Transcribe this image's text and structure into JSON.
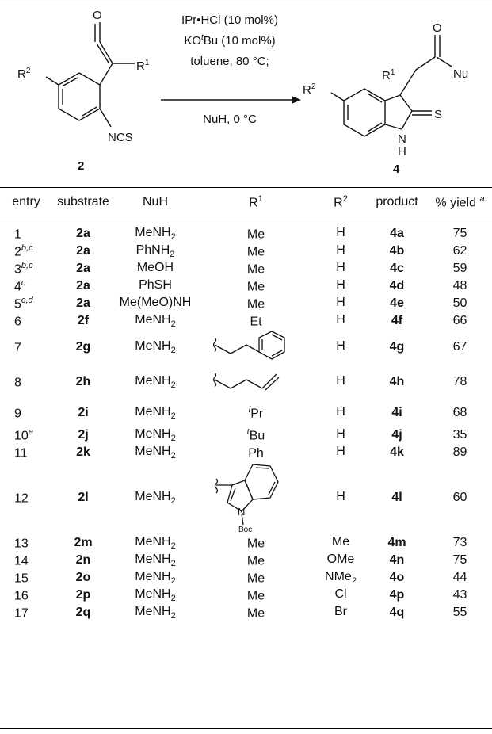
{
  "scheme": {
    "reagent_1_pre": "IPr•HCl (10 mol%)",
    "reagent_2_a": "KO",
    "reagent_2_sup": "t",
    "reagent_2_b": "Bu (10 mol%)",
    "reagent_3": "toluene, 80 °C;",
    "reagent_4": "NuH, 0 °C",
    "sm_label": "2",
    "product_label": "4",
    "atom_O": "O",
    "atom_R1": "R",
    "atom_R1_sup": "1",
    "atom_R2": "R",
    "atom_R2_sup": "2",
    "atom_NCS": "NCS",
    "atom_Nu": "Nu",
    "atom_S": "S",
    "atom_N": "N",
    "atom_H": "H"
  },
  "headers": {
    "entry": "entry",
    "substrate": "substrate",
    "nuh": "NuH",
    "r1": "R",
    "r1_sup": "1",
    "r2": "R",
    "r2_sup": "2",
    "product": "product",
    "yield": "% yield",
    "yield_sup": "a"
  },
  "rows": [
    {
      "entry": "1",
      "sup": "",
      "substrate": "2a",
      "nuh": "MeNH",
      "nuh_sub": "2",
      "r1": "Me",
      "r1_pre": "",
      "r2": "H",
      "r2_sub": "",
      "product": "4a",
      "yield": "75"
    },
    {
      "entry": "2",
      "sup": "b,c",
      "substrate": "2a",
      "nuh": "PhNH",
      "nuh_sub": "2",
      "r1": "Me",
      "r1_pre": "",
      "r2": "H",
      "r2_sub": "",
      "product": "4b",
      "yield": "62"
    },
    {
      "entry": "3",
      "sup": "b,c",
      "substrate": "2a",
      "nuh": "MeOH",
      "nuh_sub": "",
      "r1": "Me",
      "r1_pre": "",
      "r2": "H",
      "r2_sub": "",
      "product": "4c",
      "yield": "59"
    },
    {
      "entry": "4",
      "sup": "c",
      "substrate": "2a",
      "nuh": "PhSH",
      "nuh_sub": "",
      "r1": "Me",
      "r1_pre": "",
      "r2": "H",
      "r2_sub": "",
      "product": "4d",
      "yield": "48"
    },
    {
      "entry": "5",
      "sup": "c,d",
      "substrate": "2a",
      "nuh": "Me(MeO)NH",
      "nuh_sub": "",
      "r1": "Me",
      "r1_pre": "",
      "r2": "H",
      "r2_sub": "",
      "product": "4e",
      "yield": "50"
    },
    {
      "entry": "6",
      "sup": "",
      "substrate": "2f",
      "nuh": "MeNH",
      "nuh_sub": "2",
      "r1": "Et",
      "r1_pre": "",
      "r2": "H",
      "r2_sub": "",
      "product": "4f",
      "yield": "66"
    },
    {
      "entry": "7",
      "sup": "",
      "substrate": "2g",
      "nuh": "MeNH",
      "nuh_sub": "2",
      "r1": "",
      "r1_pre": "",
      "r2": "H",
      "r2_sub": "",
      "product": "4g",
      "yield": "67"
    },
    {
      "entry": "8",
      "sup": "",
      "substrate": "2h",
      "nuh": "MeNH",
      "nuh_sub": "2",
      "r1": "",
      "r1_pre": "",
      "r2": "H",
      "r2_sub": "",
      "product": "4h",
      "yield": "78"
    },
    {
      "entry": "9",
      "sup": "",
      "substrate": "2i",
      "nuh": "MeNH",
      "nuh_sub": "2",
      "r1": "Pr",
      "r1_pre": "i",
      "r2": "H",
      "r2_sub": "",
      "product": "4i",
      "yield": "68"
    },
    {
      "entry": "10",
      "sup": "e",
      "substrate": "2j",
      "nuh": "MeNH",
      "nuh_sub": "2",
      "r1": "Bu",
      "r1_pre": "t",
      "r2": "H",
      "r2_sub": "",
      "product": "4j",
      "yield": "35"
    },
    {
      "entry": "11",
      "sup": "",
      "substrate": "2k",
      "nuh": "MeNH",
      "nuh_sub": "2",
      "r1": "Ph",
      "r1_pre": "",
      "r2": "H",
      "r2_sub": "",
      "product": "4k",
      "yield": "89"
    },
    {
      "entry": "12",
      "sup": "",
      "substrate": "2l",
      "nuh": "MeNH",
      "nuh_sub": "2",
      "r1": "",
      "r1_pre": "",
      "r2": "H",
      "r2_sub": "",
      "product": "4l",
      "yield": "60"
    },
    {
      "entry": "13",
      "sup": "",
      "substrate": "2m",
      "nuh": "MeNH",
      "nuh_sub": "2",
      "r1": "Me",
      "r1_pre": "",
      "r2": "Me",
      "r2_sub": "",
      "product": "4m",
      "yield": "73"
    },
    {
      "entry": "14",
      "sup": "",
      "substrate": "2n",
      "nuh": "MeNH",
      "nuh_sub": "2",
      "r1": "Me",
      "r1_pre": "",
      "r2": "OMe",
      "r2_sub": "",
      "product": "4n",
      "yield": "75"
    },
    {
      "entry": "15",
      "sup": "",
      "substrate": "2o",
      "nuh": "MeNH",
      "nuh_sub": "2",
      "r1": "Me",
      "r1_pre": "",
      "r2": "NMe",
      "r2_sub": "2",
      "product": "4o",
      "yield": "44"
    },
    {
      "entry": "16",
      "sup": "",
      "substrate": "2p",
      "nuh": "MeNH",
      "nuh_sub": "2",
      "r1": "Me",
      "r1_pre": "",
      "r2": "Cl",
      "r2_sub": "",
      "product": "4p",
      "yield": "43"
    },
    {
      "entry": "17",
      "sup": "",
      "substrate": "2q",
      "nuh": "MeNH",
      "nuh_sub": "2",
      "r1": "Me",
      "r1_pre": "",
      "r2": "Br",
      "r2_sub": "",
      "product": "4q",
      "yield": "55"
    }
  ],
  "r1_structures": {
    "row7": "phenethyl-structure",
    "row8": "butenyl-structure",
    "row12": "n-boc-indol-3-yl-structure",
    "boc_label": "Boc",
    "n_label": "N"
  }
}
